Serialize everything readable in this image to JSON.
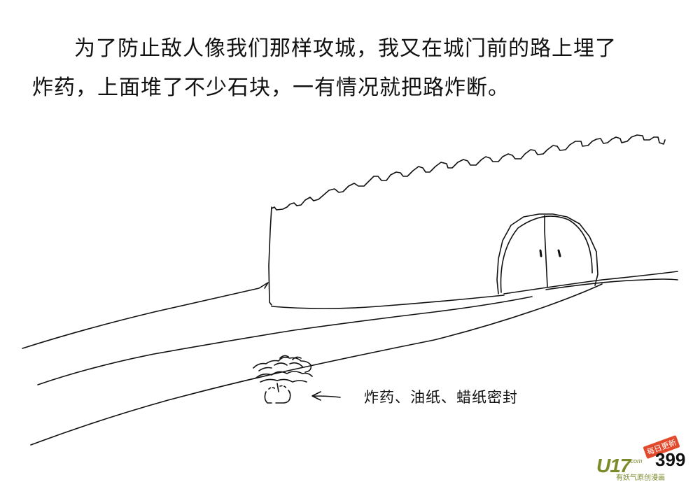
{
  "narration": {
    "line1": "为了防止敌人像我们那样攻城，我又在城门前的路上埋了",
    "line2": "炸药，上面堆了不少石块，一有情况就把路炸断。"
  },
  "annotation": {
    "text": "炸药、油纸、蜡纸密封"
  },
  "page_number": "399",
  "watermark": {
    "logo": "U17",
    "dotcom": ".com",
    "slogan": "有妖气原创漫画",
    "badge": "每日更新"
  },
  "colors": {
    "ink": "#111111",
    "watermark_green": "#7b8a2a",
    "watermark_red": "#e24a2b"
  }
}
